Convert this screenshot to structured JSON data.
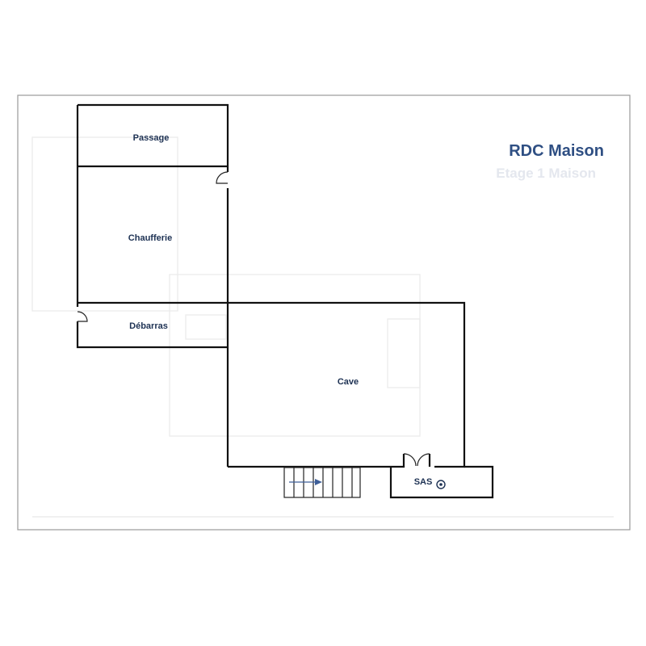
{
  "plan": {
    "title": "RDC Maison",
    "ghost_title": "Etage 1 Maison",
    "rooms": {
      "passage": "Passage",
      "chaufferie": "Chaufferie",
      "debarras": "Débarras",
      "cave": "Cave",
      "sas": "SAS"
    }
  },
  "colors": {
    "title": "#2f4f83",
    "label": "#1d3153",
    "wall": "#111111",
    "stair_arrow": "#3e5f99"
  }
}
